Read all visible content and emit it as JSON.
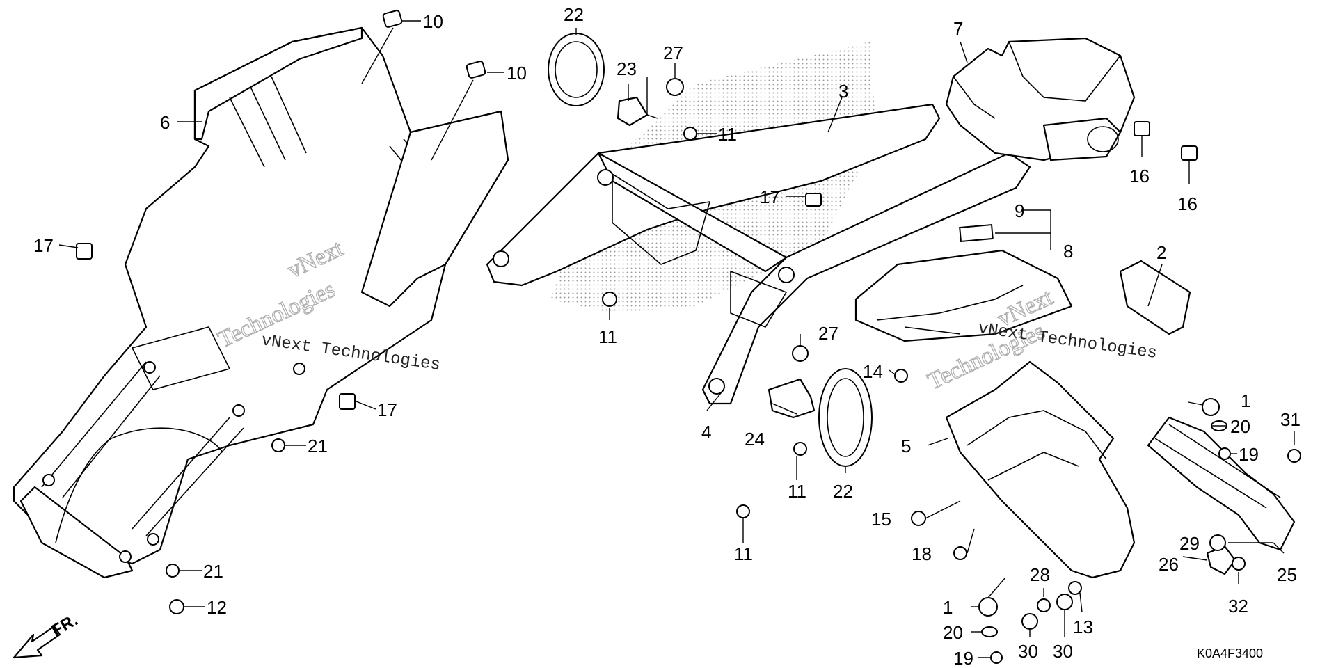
{
  "diagram": {
    "code": "K0A4F3400",
    "front_label": "FR.",
    "watermark": {
      "brand": "vNext",
      "word": "Technologies",
      "full": "vNext Technologies"
    },
    "parts": [
      {
        "number": "1"
      },
      {
        "number": "2"
      },
      {
        "number": "3"
      },
      {
        "number": "4"
      },
      {
        "number": "5"
      },
      {
        "number": "6"
      },
      {
        "number": "7"
      },
      {
        "number": "8"
      },
      {
        "number": "9"
      },
      {
        "number": "10"
      },
      {
        "number": "11"
      },
      {
        "number": "12"
      },
      {
        "number": "13"
      },
      {
        "number": "14"
      },
      {
        "number": "15"
      },
      {
        "number": "16"
      },
      {
        "number": "17"
      },
      {
        "number": "18"
      },
      {
        "number": "19"
      },
      {
        "number": "20"
      },
      {
        "number": "21"
      },
      {
        "number": "22"
      },
      {
        "number": "23"
      },
      {
        "number": "24"
      },
      {
        "number": "25"
      },
      {
        "number": "26"
      },
      {
        "number": "27"
      },
      {
        "number": "28"
      },
      {
        "number": "29"
      },
      {
        "number": "30"
      },
      {
        "number": "31"
      },
      {
        "number": "32"
      }
    ]
  }
}
